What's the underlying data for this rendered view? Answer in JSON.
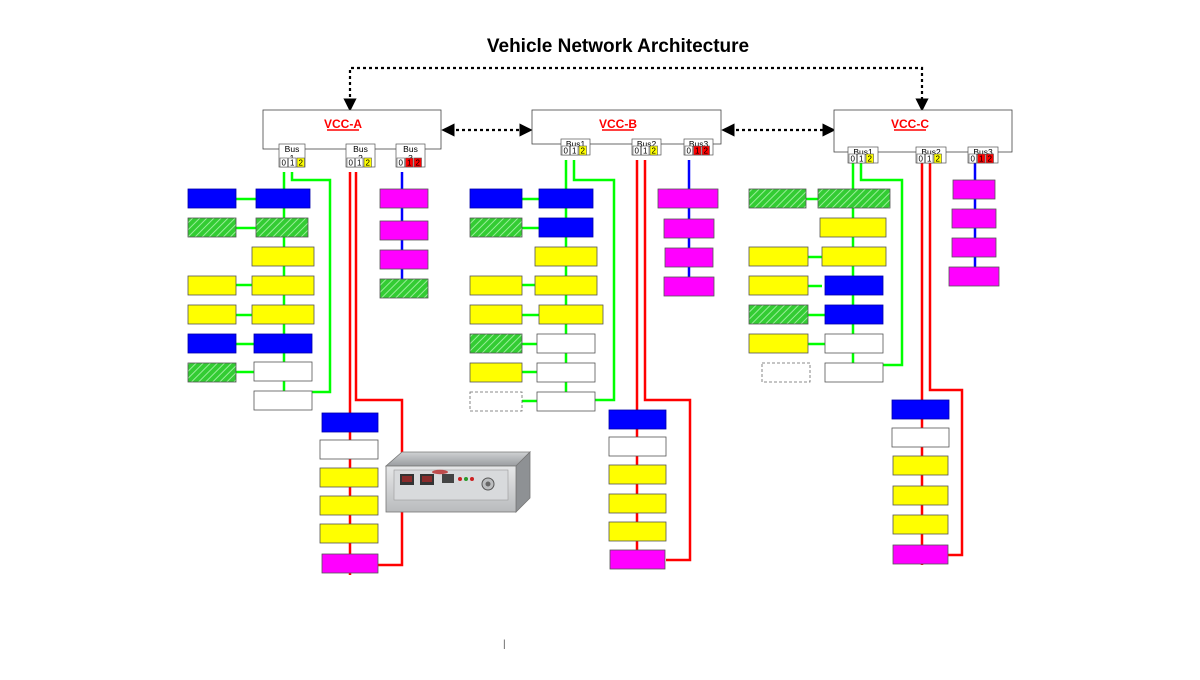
{
  "title": "Vehicle Network Architecture",
  "controllers": [
    {
      "name": "VCC-A",
      "buses": [
        [
          "Bus",
          "1"
        ],
        [
          "Bus",
          "2"
        ],
        [
          "Bus",
          "3"
        ]
      ]
    },
    {
      "name": "VCC-B",
      "buses": [
        [
          "Bus1"
        ],
        [
          "Bus2"
        ],
        [
          "Bus3"
        ]
      ]
    },
    {
      "name": "VCC-C",
      "buses": [
        [
          "Bus1"
        ],
        [
          "Bus2"
        ],
        [
          "Bus3"
        ]
      ]
    }
  ],
  "ports": [
    "0",
    "1",
    "2"
  ],
  "node_colors": {
    "blue": "#0000ff",
    "green": "#33cc33",
    "yellow": "#ffff00",
    "magenta": "#ff00ff",
    "white": "#ffffff"
  },
  "link_colors": {
    "bus1": "#00ff00",
    "bus2": "#ff0000",
    "bus3": "#0000ff",
    "interconnect": "#000000"
  },
  "device_icon": "network-interface-device-icon",
  "cursor_mark": "|"
}
